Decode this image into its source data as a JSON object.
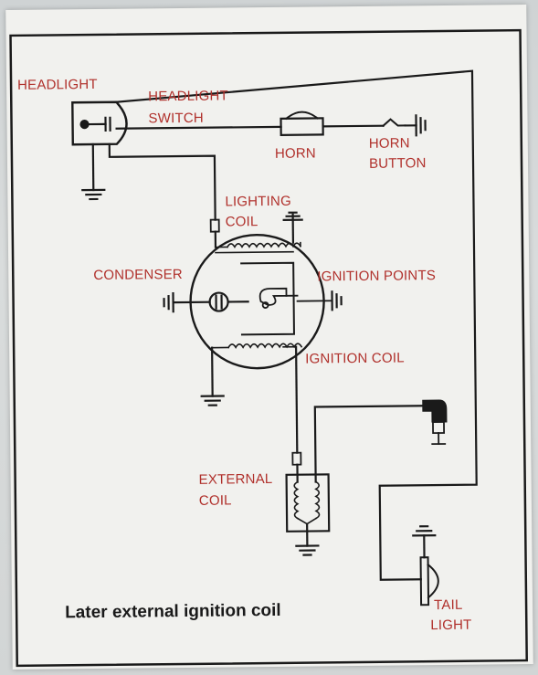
{
  "diagram": {
    "labels": {
      "headlight": "HEADLIGHT",
      "headlight_switch_1": "HEADLIGHT",
      "headlight_switch_2": "SWITCH",
      "horn": "HORN",
      "horn_button_1": "HORN",
      "horn_button_2": "BUTTON",
      "lighting_coil_1": "LIGHTING",
      "lighting_coil_2": "COIL",
      "condenser": "CONDENSER",
      "ignition_points": "IGNITION POINTS",
      "ignition_coil": "IGNITION COIL",
      "external_coil_1": "EXTERNAL",
      "external_coil_2": "COIL",
      "tail_light_1": "TAIL",
      "tail_light_2": "LIGHT"
    },
    "caption": "Later external ignition coil",
    "colors": {
      "label": "#b0302b",
      "line": "#1a1a1a",
      "paper": "#f1f1ee"
    }
  }
}
